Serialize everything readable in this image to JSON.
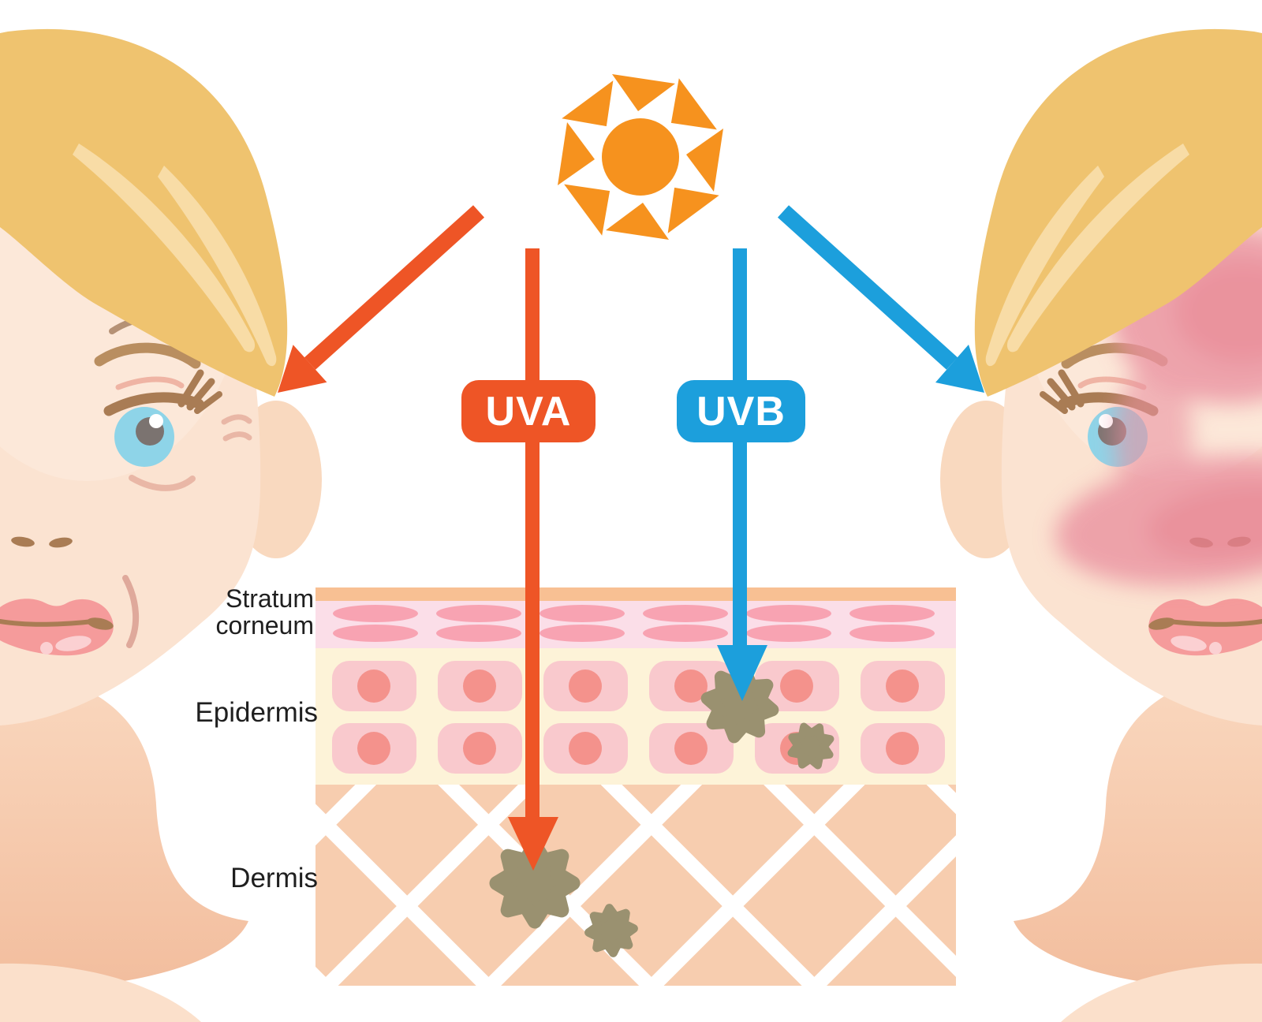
{
  "figure": {
    "badges": {
      "uva": {
        "label": "UVA"
      },
      "uvb": {
        "label": "UVB"
      }
    },
    "layer_labels": {
      "stratum_line1": "Stratum",
      "stratum_line2": "corneum",
      "epidermis": "Epidermis",
      "dermis": "Dermis"
    },
    "icons": {
      "sun": "sun-icon",
      "uva_to_face": "arrow-down-left-icon",
      "uvb_to_face": "arrow-down-right-icon",
      "uva_into_skin": "arrow-down-icon",
      "uvb_into_skin": "arrow-down-icon",
      "free_radical": "starburst-icon"
    },
    "colors": {
      "background": "#FFFFFF",
      "sun": "#F6921E",
      "uva": "#EE5526",
      "uvb": "#1C9FDC",
      "label_text": "#1F1F1F",
      "skin": "#FBE3D1",
      "skin_shadow": "#F4C09E",
      "hair": "#EFC36F",
      "hair_highlight": "#F8DCA6",
      "eyebrow": "#B98E60",
      "iris": "#8ED4E8",
      "pupil": "#7B7370",
      "wrinkle": "#E9B7A6",
      "lips": "#F59B9B",
      "sunburn": "#EA92A0",
      "stratum_band": "#F8C093",
      "stratum_bg": "#FBDEE8",
      "stratum_oval": "#F8A3B2",
      "epidermis_bg": "#FDF3D8",
      "cell": "#F9C9CD",
      "nucleus": "#F4928C",
      "dermis_bg": "#F7CDAF",
      "free_radical": "#9A9170"
    }
  }
}
